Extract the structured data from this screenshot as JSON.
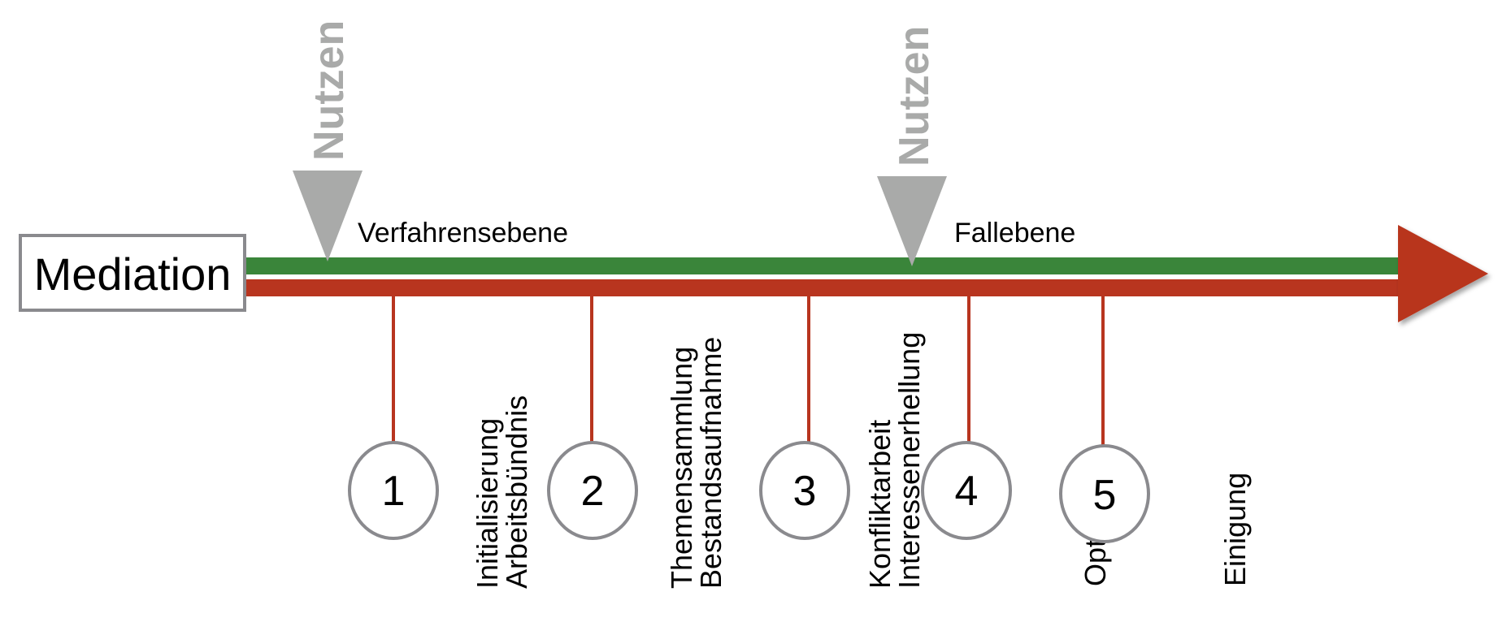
{
  "diagram": {
    "title": "Mediation",
    "colors": {
      "green_track": "#3a853a",
      "red_track": "#b8351f",
      "nutzen_gray": "#a9aaa9",
      "circle_stroke": "#8a8a8e",
      "box_stroke": "#8a8a8e"
    },
    "levels": [
      {
        "label": "Verfahrensebene"
      },
      {
        "label": "Fallebene"
      }
    ],
    "markers": [
      {
        "label": "Nutzen"
      },
      {
        "label": "Nutzen"
      }
    ],
    "phases": [
      {
        "number": "1",
        "lines": [
          "Initialisierung",
          "Arbeitsbündnis"
        ]
      },
      {
        "number": "2",
        "lines": [
          "Themensammlung",
          "Bestandsaufnahme"
        ]
      },
      {
        "number": "3",
        "lines": [
          "Konfliktarbeit",
          "Interessenerhellung"
        ]
      },
      {
        "number": "4",
        "lines": [
          "Optionen"
        ]
      },
      {
        "number": "5",
        "lines": [
          "Einigung"
        ]
      }
    ]
  }
}
